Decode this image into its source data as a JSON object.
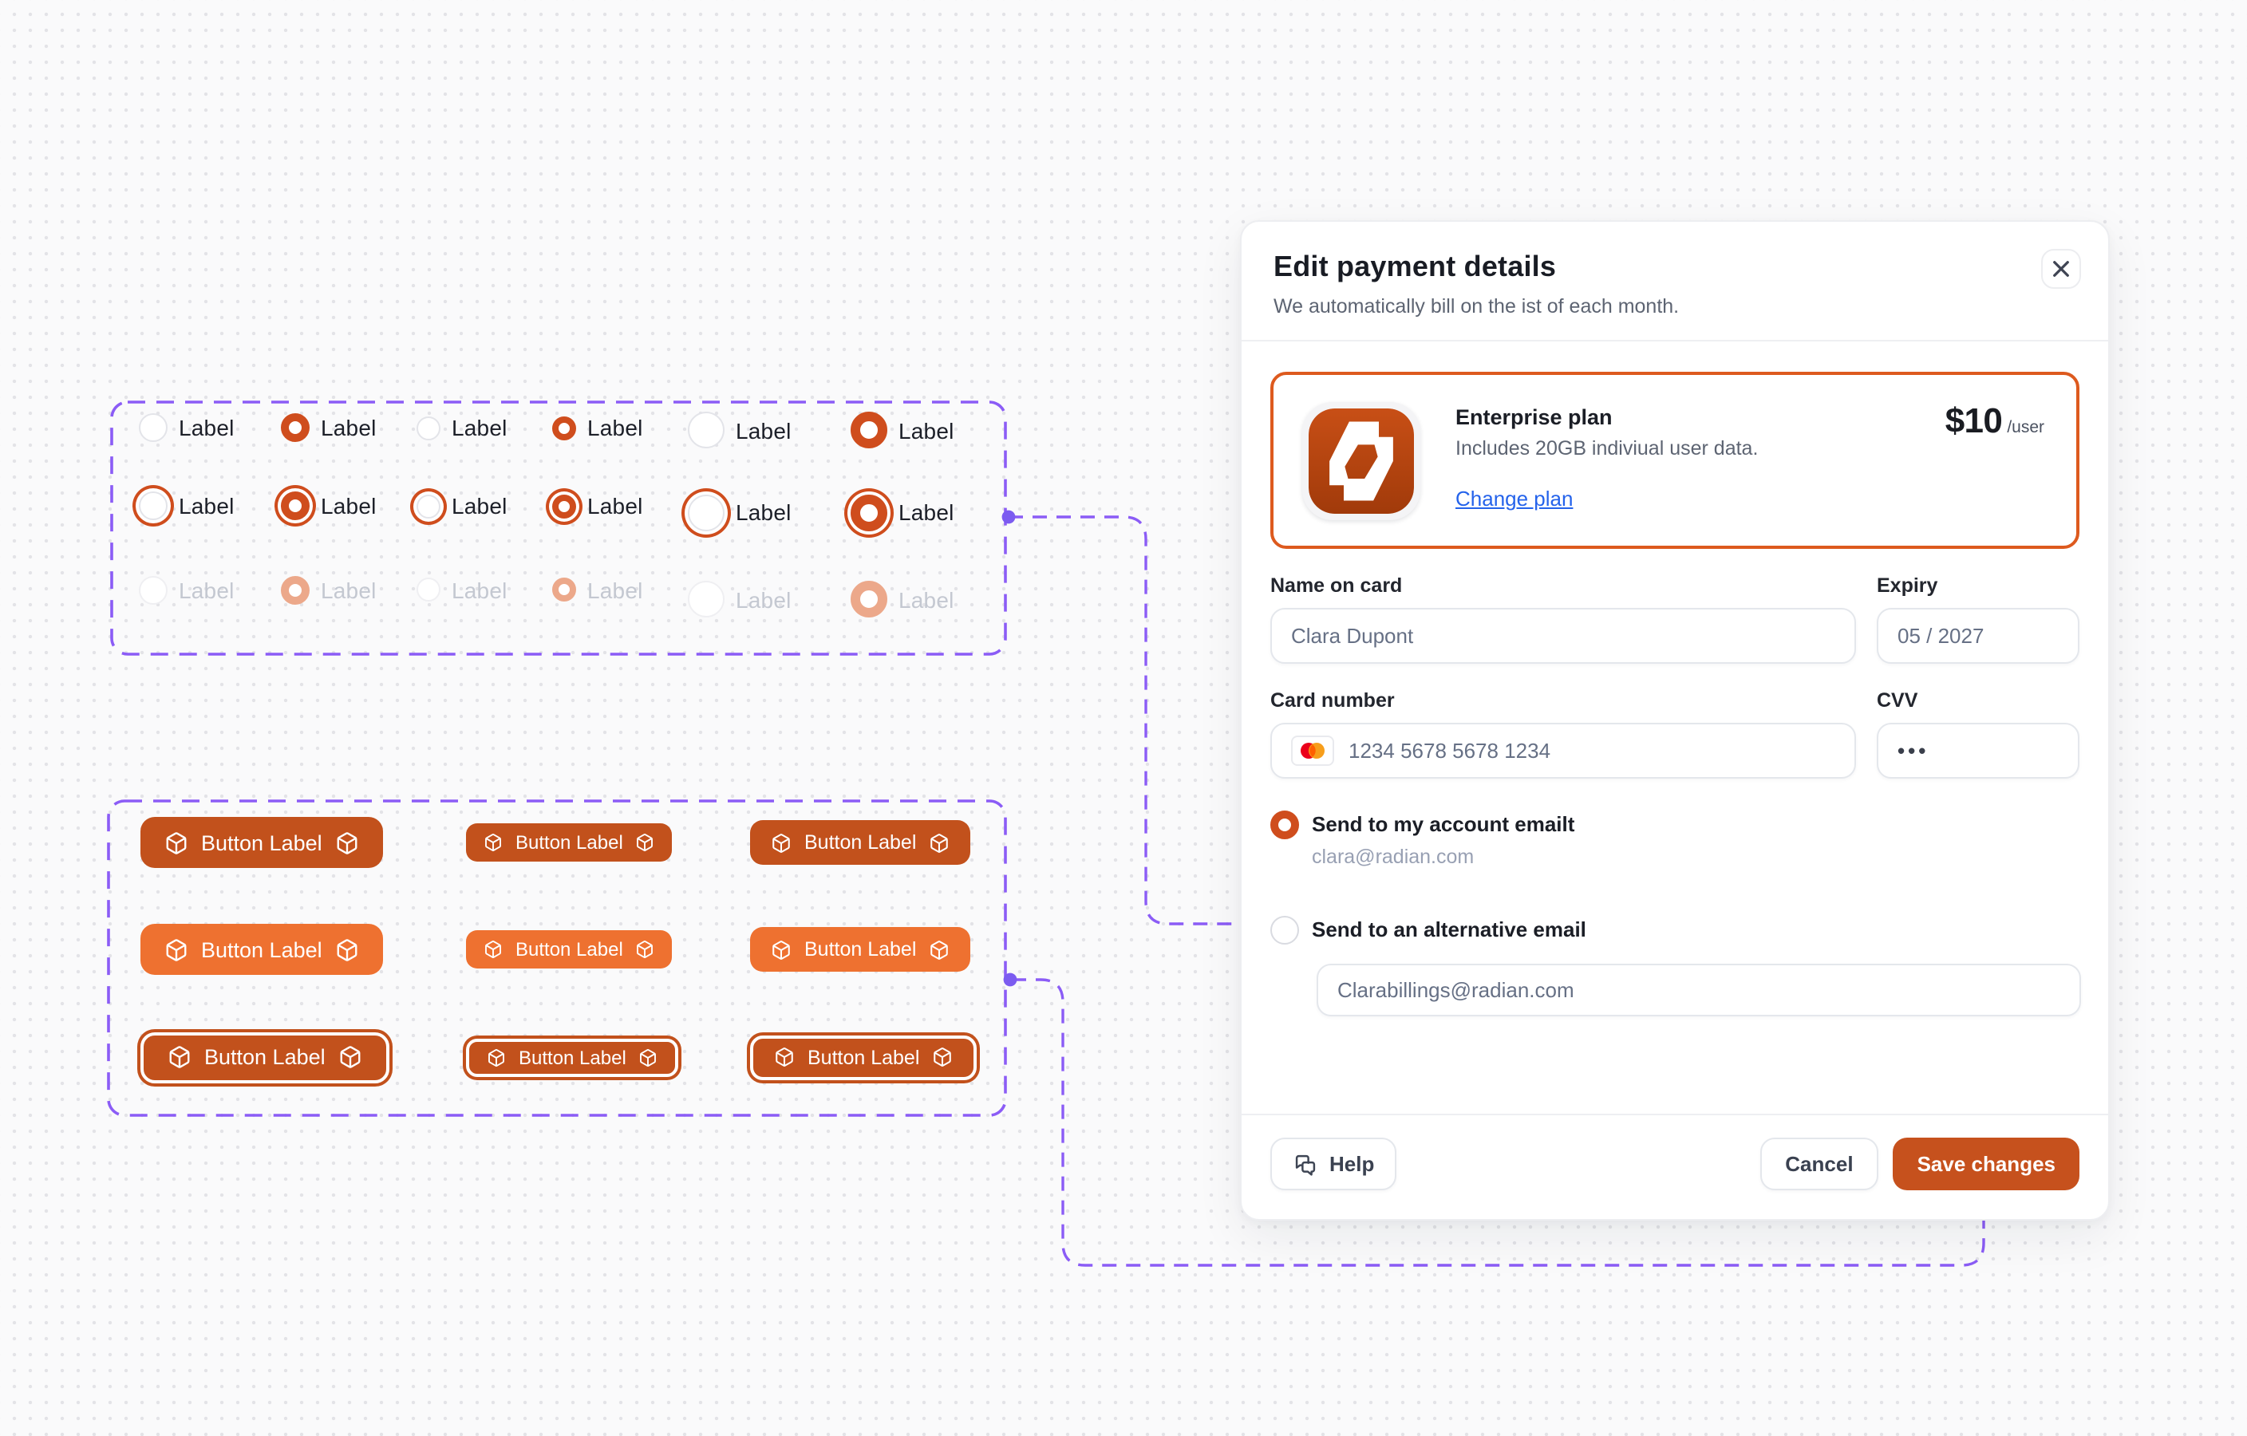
{
  "canvas": {
    "background": "#FAFAFB",
    "dot_color": "#E3E3E7",
    "connector_color": "#8B5CF6"
  },
  "colors": {
    "orange_dark": "#C2511C",
    "orange_hover": "#EE7130",
    "radio_orange": "#CF4D1D",
    "radio_disabled": "#ECA88A",
    "plan_border": "#DD5A1E",
    "link_blue": "#2563EB"
  },
  "radio_sheet": {
    "item_label": "Label"
  },
  "button_sheet": {
    "button_label": "Button Label"
  },
  "modal": {
    "title": "Edit payment details",
    "subtitle": "We automatically bill on the ist of each month.",
    "close_label": "✕",
    "plan": {
      "name": "Enterprise plan",
      "description": "Includes 20GB indiviual user data.",
      "link": "Change plan",
      "price": "$10",
      "per": "/user"
    },
    "fields": {
      "name_label": "Name on card",
      "name_value": "Clara Dupont",
      "expiry_label": "Expiry",
      "expiry_value": "05 / 2027",
      "card_label": "Card number",
      "card_value": "1234 5678 5678 1234",
      "cvv_label": "CVV",
      "cvv_value": "•••"
    },
    "options": {
      "account_email_label": "Send to my account emailt",
      "account_email_sub": "clara@radian.com",
      "alternative_label": "Send to an alternative email",
      "alternative_value": "Clarabillings@radian.com"
    },
    "footer": {
      "help": "Help",
      "cancel": "Cancel",
      "save": "Save changes"
    }
  }
}
